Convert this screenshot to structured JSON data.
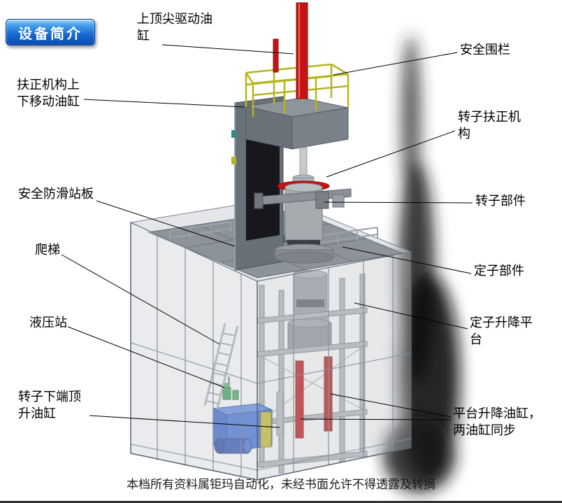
{
  "badge": {
    "label": "设备简介"
  },
  "callouts": [
    {
      "id": "top-spindle-drive-cylinder",
      "text": "上顶尖驱动油缸"
    },
    {
      "id": "safety-fence",
      "text": "安全围栏"
    },
    {
      "id": "centering-updown-cylinder",
      "text": "扶正机构上下移动油缸"
    },
    {
      "id": "rotor-centering-mechanism",
      "text": "转子扶正机构"
    },
    {
      "id": "antislip-platform",
      "text": "安全防滑站板"
    },
    {
      "id": "rotor-component",
      "text": "转子部件"
    },
    {
      "id": "ladder",
      "text": "爬梯"
    },
    {
      "id": "stator-component",
      "text": "定子部件"
    },
    {
      "id": "hydraulic-station",
      "text": "液压站"
    },
    {
      "id": "stator-lift-platform",
      "text": "定子升降平台"
    },
    {
      "id": "rotor-bottom-jack-cylinder",
      "text": "转子下端顶升油缸"
    },
    {
      "id": "platform-lift-cylinders",
      "text": "平台升降油缸，两油缸同步"
    }
  ],
  "footer": {
    "text": "本档所有资料属钜玛自动化，未经书面允许不得透露及转摘"
  },
  "palette": {
    "badge_blue": "#1668cf",
    "cylinder_red": "#c41414",
    "railing_yellow": "#b5b520",
    "hydraulic_blue": "#2a58c8",
    "structure_gray": "#8d939b"
  }
}
